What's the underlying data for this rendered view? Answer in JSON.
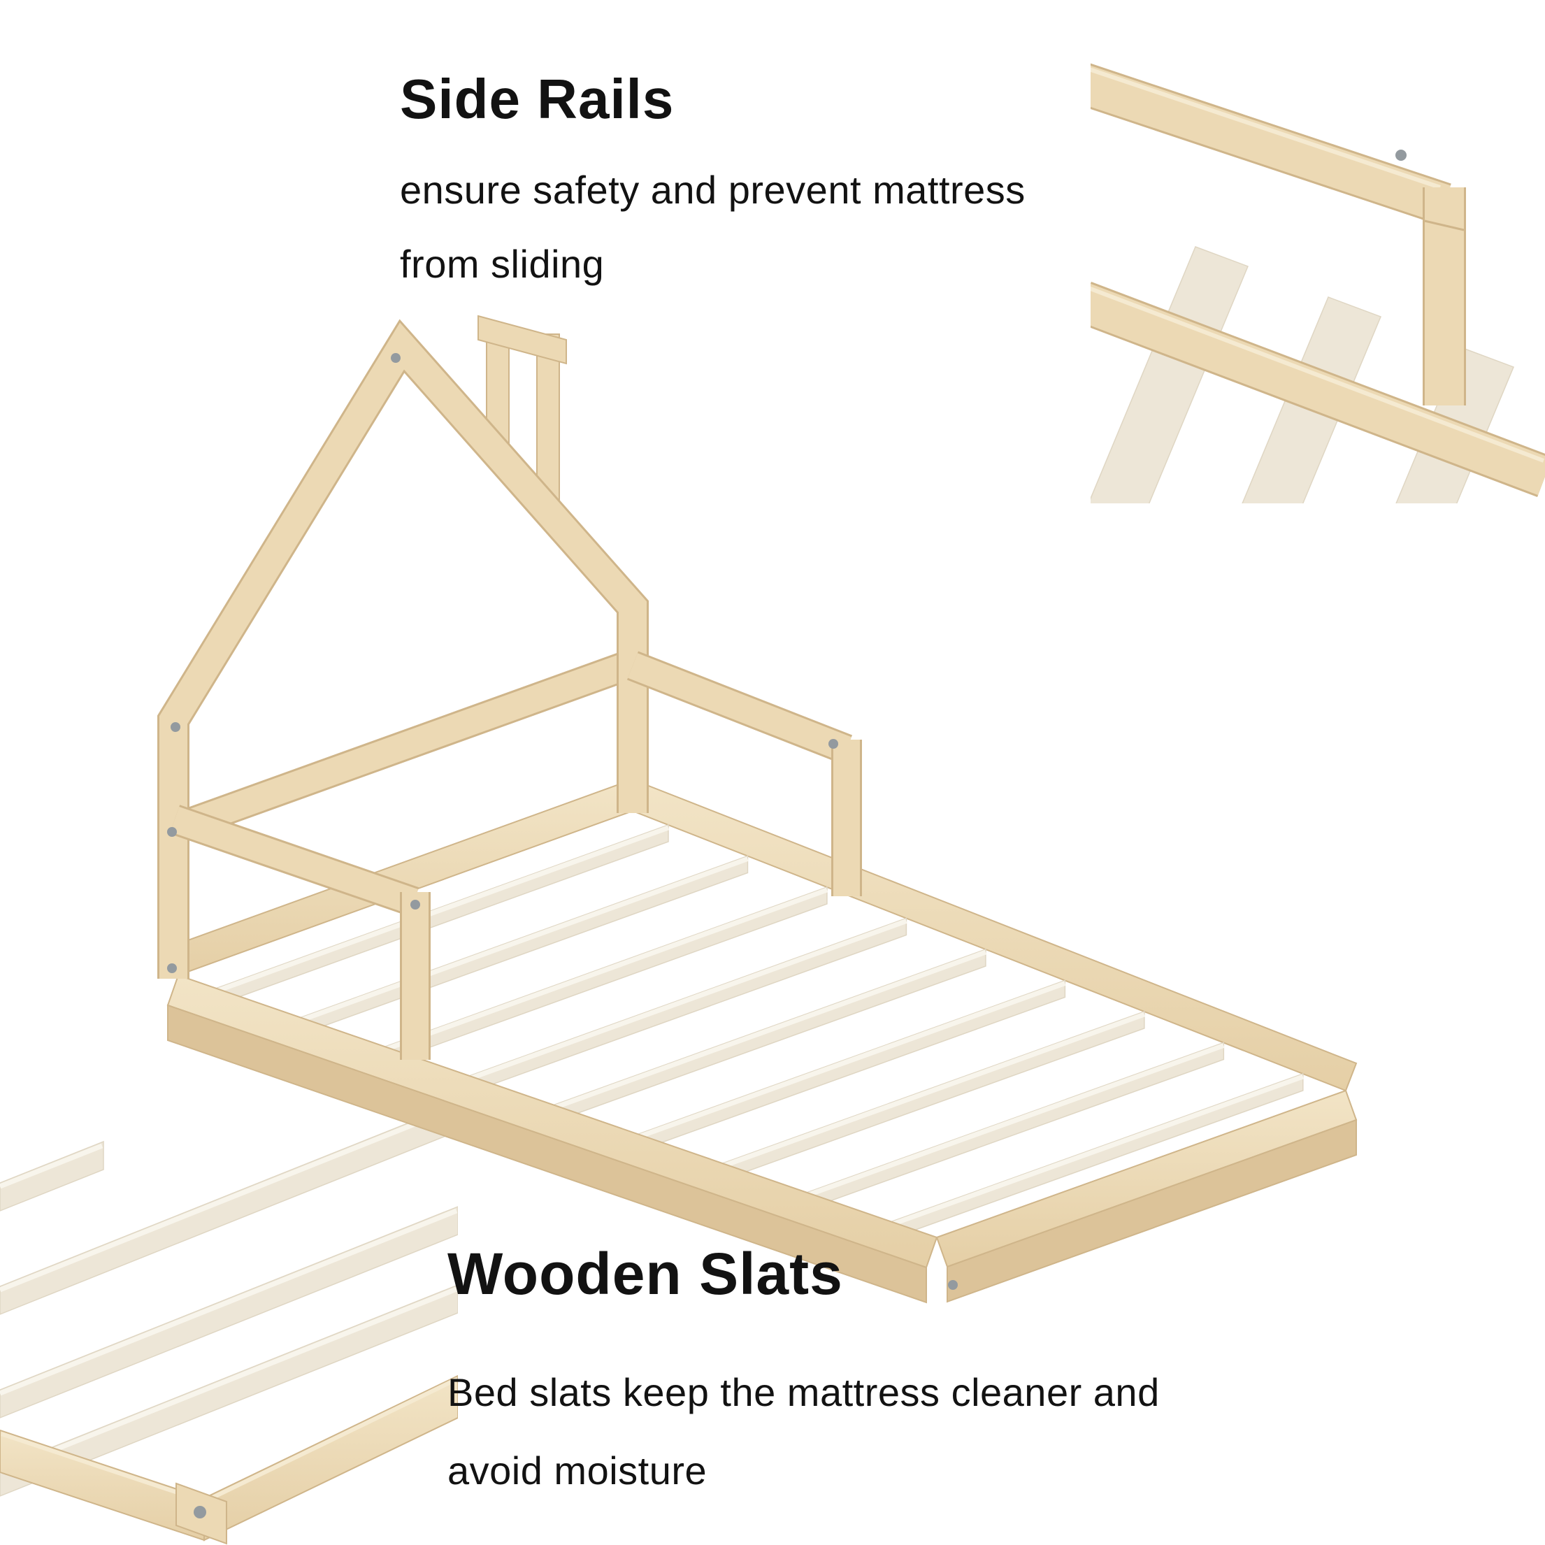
{
  "page": {
    "background_color": "#ffffff"
  },
  "callouts": {
    "side_rails": {
      "title": "Side Rails",
      "description_line1": "ensure safety and prevent mattress",
      "description_line2": "from sliding"
    },
    "wooden_slats": {
      "title": "Wooden Slats",
      "description_line1": "Bed slats keep the mattress cleaner and",
      "description_line2": "avoid moisture"
    }
  },
  "figures": {
    "main_render": "natural wood floor bed frame with house-shaped headboard, chimney, two side rails and slat base",
    "side_rail_detail": "zoomed view of side rail bar, corner post and frame with slats",
    "slats_detail": "zoomed view of wooden slats over frame corner with screw",
    "slat_count_main_view": 9
  },
  "colors": {
    "page-bg": "#ffffff",
    "wood": "#ecd9b4",
    "wood-light": "#f5ead1",
    "wood-dark": "#dcc399",
    "wood-outline": "#cfb58a",
    "slat": "#ede6d7",
    "slat-light": "#f8f5ec",
    "slat-dark": "#dfd6c3",
    "screw": "#939a9f",
    "text": "#121212"
  }
}
